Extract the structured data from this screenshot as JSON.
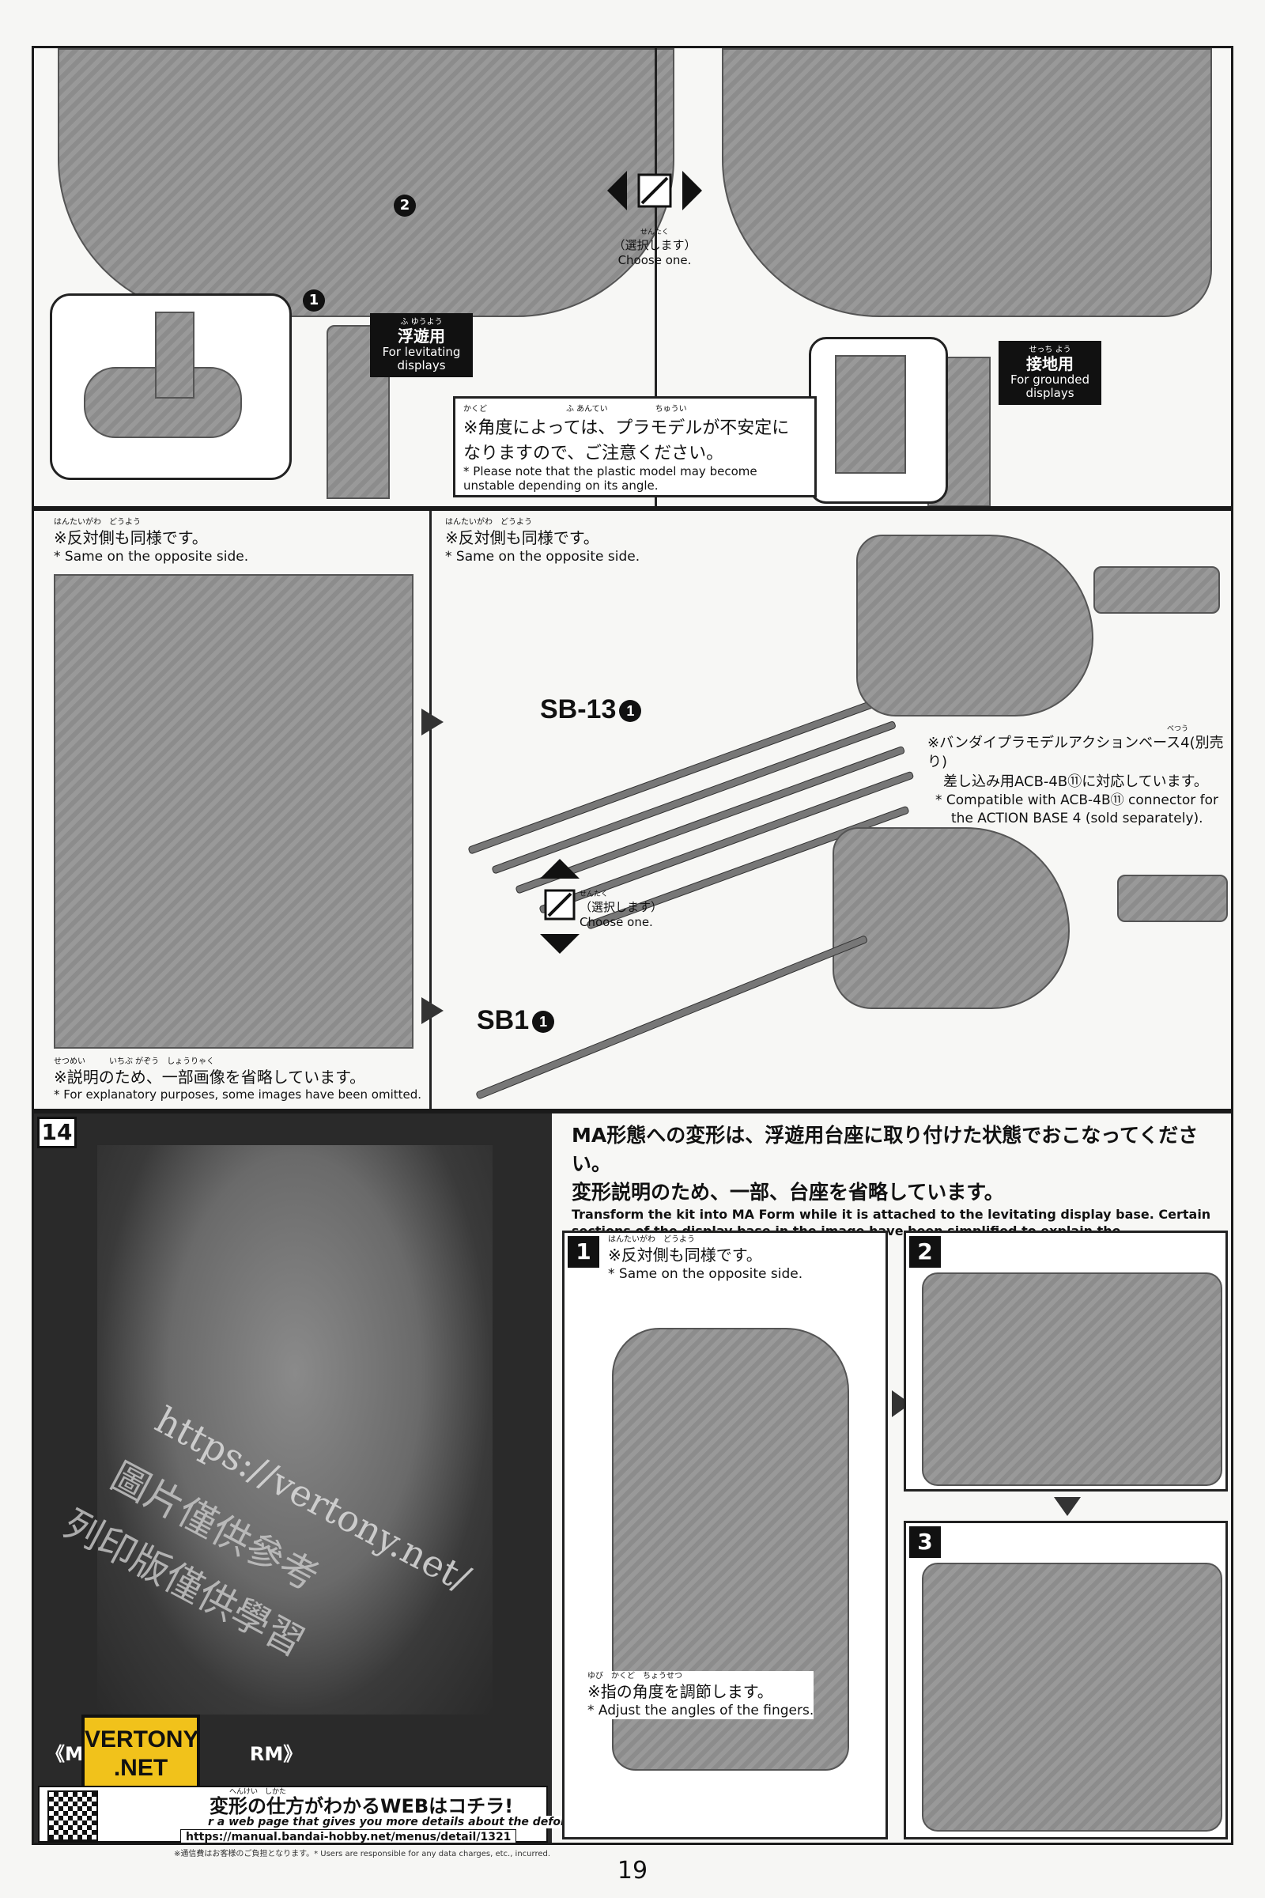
{
  "top": {
    "step_marks": [
      "1",
      "2"
    ],
    "choose": {
      "ruby": "せんたく",
      "jp": "（選択します）",
      "en": "Choose one."
    },
    "levitating": {
      "ruby": "ふ ゆうよう",
      "jp": "浮遊用",
      "en": "For levitating displays"
    },
    "grounded": {
      "ruby": "せっち よう",
      "jp": "接地用",
      "en": "For grounded displays"
    },
    "caution": {
      "ruby": "かくど　　　　　　　　　　ふ あんてい　　　　　　ちゅうい",
      "jp1": "※角度によっては、プラモデルが不安定に",
      "jp2": "なりますので、ご注意ください。",
      "en": "* Please note that the plastic model may become unstable depending on its angle."
    }
  },
  "mid": {
    "left_note": {
      "ruby": "はんたいがわ　どうよう",
      "jp": "※反対側も同様です。",
      "en": "* Same on the opposite side."
    },
    "right_note": {
      "ruby": "はんたいがわ　どうよう",
      "jp": "※反対側も同様です。",
      "en": "* Same on the opposite side."
    },
    "omit_note": {
      "ruby": "せつめい　　　いちぶ がぞう　しょうりゃく",
      "jp": "※説明のため、一部画像を省略しています。",
      "en": "* For explanatory purposes, some images have been omitted."
    },
    "part_sb13": "SB-13",
    "part_sb1": "SB1",
    "part_num": "1",
    "choose": {
      "ruby": "せんたく",
      "jp": "（選択します）",
      "en": "Choose one."
    },
    "action_base": {
      "ruby": "べつう",
      "jp1": "※バンダイプラモデルアクションベース4(別売り)",
      "jp2": "差し込み用ACB-4B⑪に対応しています。",
      "en1": "* Compatible with ACB-4B⑪ connector for",
      "en2": "the ACTION BASE 4 (sold separately)."
    }
  },
  "step14": {
    "number": "14",
    "header_jp1": "MA形態への変形は、浮遊用台座に取り付けた状態でおこなってください。",
    "header_jp2": "変形説明のため、一部、台座を省略しています。",
    "header_en": "Transform the kit into MA Form while it is attached to the levitating display base. Certain sections of the display base in the image have been simplified to explain the transformation process.",
    "form_label_left": "《M",
    "form_label_right": "RM》",
    "watermark_url": "https://vertony.net/",
    "watermark_cn1": "圖片僅供參考",
    "watermark_cn2": "列印版僅供學習",
    "logo": "VERTONY .NET",
    "web_jp": "変形の仕方がわかるWEBはコチラ!",
    "web_ruby": "へんけい　しかた",
    "web_en": "r a web page that gives you more details about the deformation process!",
    "url": "https://manual.bandai-hobby.net/menus/detail/1321",
    "data_note": "※通信費はお客様のご負担となります。* Users are responsible for any data charges, etc., incurred.",
    "sub1": {
      "num": "1",
      "ruby": "はんたいがわ　どうよう",
      "jp": "※反対側も同様です。",
      "en": "* Same on the opposite side."
    },
    "sub2": {
      "num": "2"
    },
    "sub3": {
      "num": "3"
    },
    "finger": {
      "ruby": "ゆび　かくど　ちょうせつ",
      "jp": "※指の角度を調節します。",
      "en": "* Adjust the angles of the fingers."
    }
  },
  "page_number": "19"
}
